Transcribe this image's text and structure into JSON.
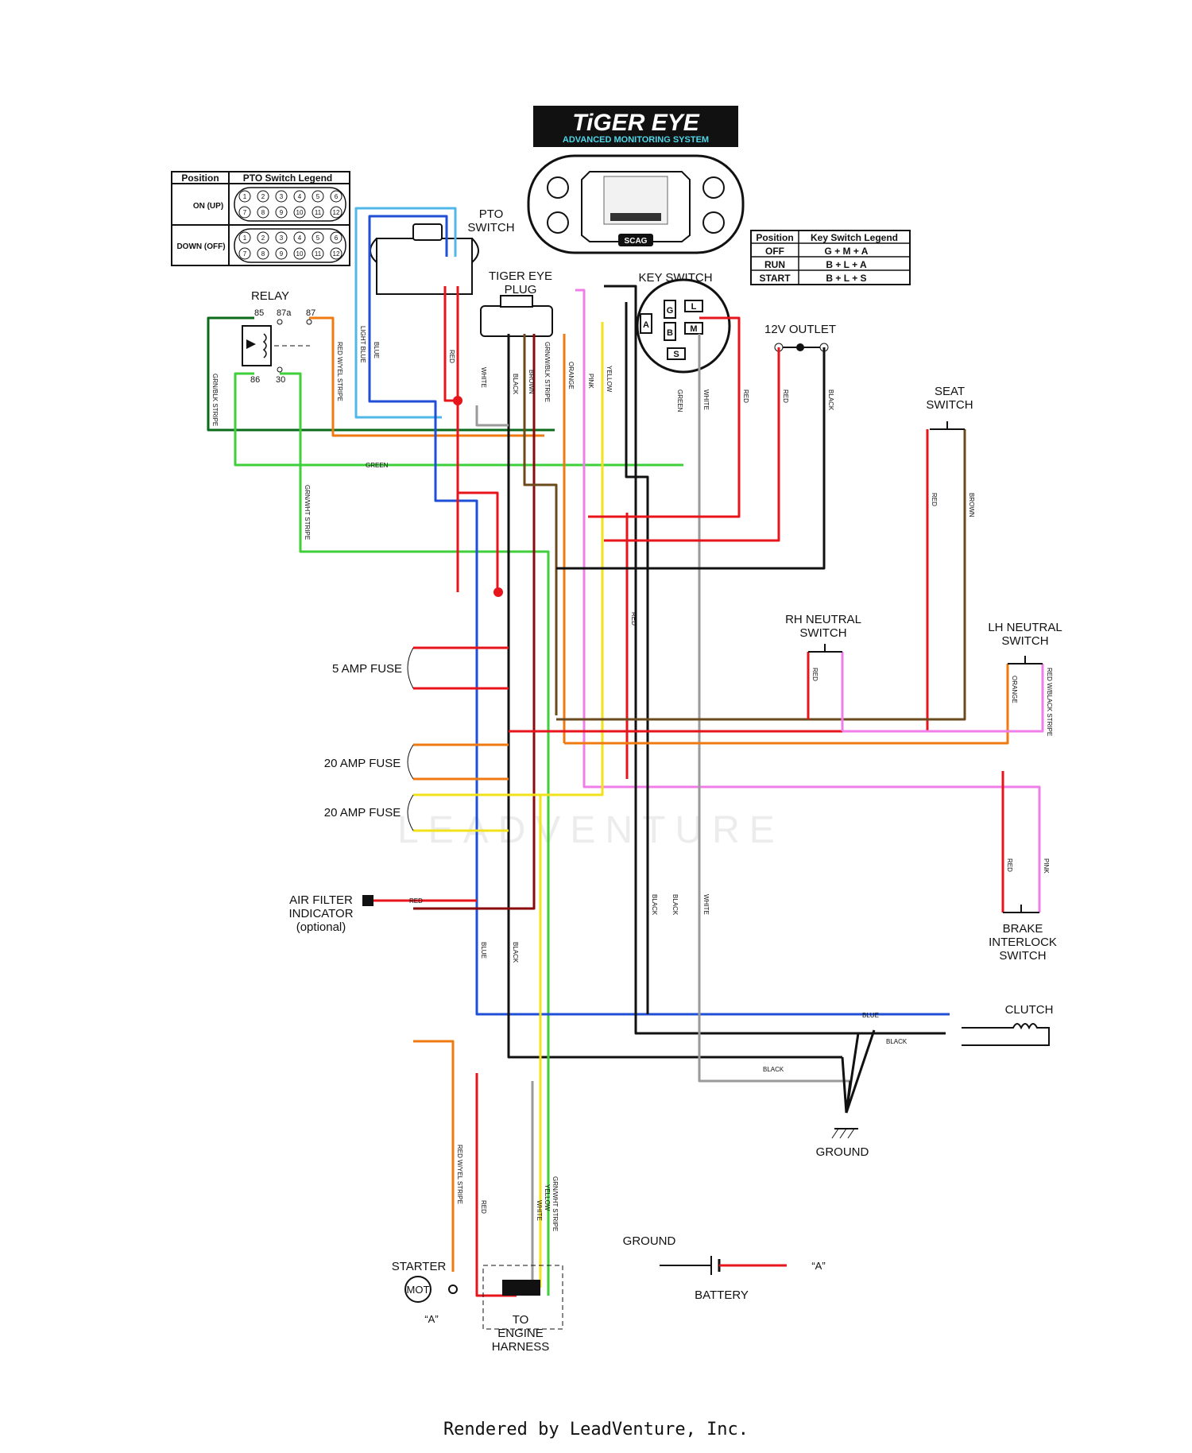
{
  "logo": {
    "title": "TiGER EYE",
    "subtitle": "ADVANCED MONITORING SYSTEM",
    "brand": "SCAG"
  },
  "pto_legend": {
    "headers": [
      "Position",
      "PTO Switch Legend"
    ],
    "rows": [
      {
        "label": "ON (UP)"
      },
      {
        "label": "DOWN (OFF)"
      }
    ],
    "pins_top": [
      "1",
      "2",
      "3",
      "4",
      "5",
      "6"
    ],
    "pins_bottom": [
      "7",
      "8",
      "9",
      "10",
      "11",
      "12"
    ]
  },
  "key_legend": {
    "headers": [
      "Position",
      "Key Switch Legend"
    ],
    "rows": [
      {
        "position": "OFF",
        "value": "G + M + A"
      },
      {
        "position": "RUN",
        "value": "B + L + A"
      },
      {
        "position": "START",
        "value": "B + L + S"
      }
    ]
  },
  "components": {
    "pto_switch": "PTO\nSWITCH",
    "tiger_eye_plug": "TIGER EYE\nPLUG",
    "key_switch": "KEY SWITCH",
    "relay": "RELAY",
    "outlet": "12V OUTLET",
    "seat_switch": "SEAT\nSWITCH",
    "rh_neutral": "RH NEUTRAL\nSWITCH",
    "lh_neutral": "LH NEUTRAL\nSWITCH",
    "fuse_5": "5 AMP FUSE",
    "fuse_20a": "20 AMP FUSE",
    "fuse_20b": "20 AMP FUSE",
    "air_filter": "AIR FILTER\nINDICATOR\n(optional)",
    "brake": "BRAKE\nINTERLOCK\nSWITCH",
    "clutch": "CLUTCH",
    "ground": "GROUND",
    "ground2": "GROUND",
    "battery": "BATTERY",
    "starter": "STARTER",
    "engine": "TO\nENGINE\nHARNESS",
    "mot": "MOT",
    "a_ref": "“A”",
    "a_ref2": "“A”"
  },
  "relay_pins": [
    "85",
    "87a",
    "87",
    "86",
    "30"
  ],
  "key_pins": [
    "G",
    "L",
    "A",
    "B",
    "S",
    "M"
  ],
  "wire_labels": {
    "grn_blk": "GRN/BLK STRIPE",
    "grn_wht": "GRN/WHT STRIPE",
    "red_yel": "RED W/YEL STRIPE",
    "light_blue": "LIGHT BLUE",
    "blue": "BLUE",
    "red": "RED",
    "white": "WHITE",
    "black": "BLACK",
    "brown": "BROWN",
    "orange": "ORANGE",
    "pink": "PINK",
    "yellow": "YELLOW",
    "green": "GREEN",
    "red_wblk": "RED W/BLACK STRIPE",
    "grn_wblk": "GRN/W/BLK STRIPE"
  },
  "colors": {
    "red": "#e8141c",
    "black": "#111111",
    "blue": "#1f4fd6",
    "light_blue": "#4fb8e8",
    "green": "#3fcf3a",
    "dark_green": "#0a6b1a",
    "orange": "#f07a12",
    "yellow": "#f2e21a",
    "pink": "#f07ee8",
    "brown": "#6b4a1e",
    "white_wire": "#9a9a9a",
    "dark_red": "#8a0a0a"
  },
  "watermark": "LEADVENTURE",
  "footer": "Rendered by LeadVenture, Inc."
}
